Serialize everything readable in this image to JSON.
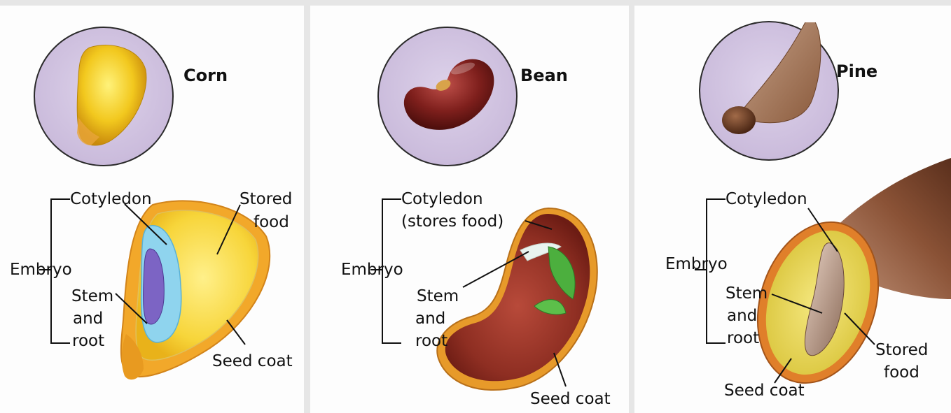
{
  "corn": {
    "title": "Corn",
    "labels": {
      "cotyledon": "Cotyledon",
      "stored_food_1": "Stored",
      "stored_food_2": "food",
      "embryo": "Embryo",
      "stem": "Stem",
      "and": "and",
      "root": "root",
      "seed_coat": "Seed coat"
    }
  },
  "bean": {
    "title": "Bean",
    "labels": {
      "cotyledon_1": "Cotyledon",
      "cotyledon_2": "(stores food)",
      "embryo": "Embryo",
      "stem": "Stem",
      "and": "and",
      "root": "root",
      "seed_coat": "Seed coat"
    }
  },
  "pine": {
    "title": "Pine",
    "labels": {
      "cotyledon": "Cotyledon",
      "embryo": "Embryo",
      "stem": "Stem",
      "and": "and",
      "root": "root",
      "stored_food_1": "Stored",
      "stored_food_2": "food",
      "seed_coat": "Seed coat"
    }
  }
}
